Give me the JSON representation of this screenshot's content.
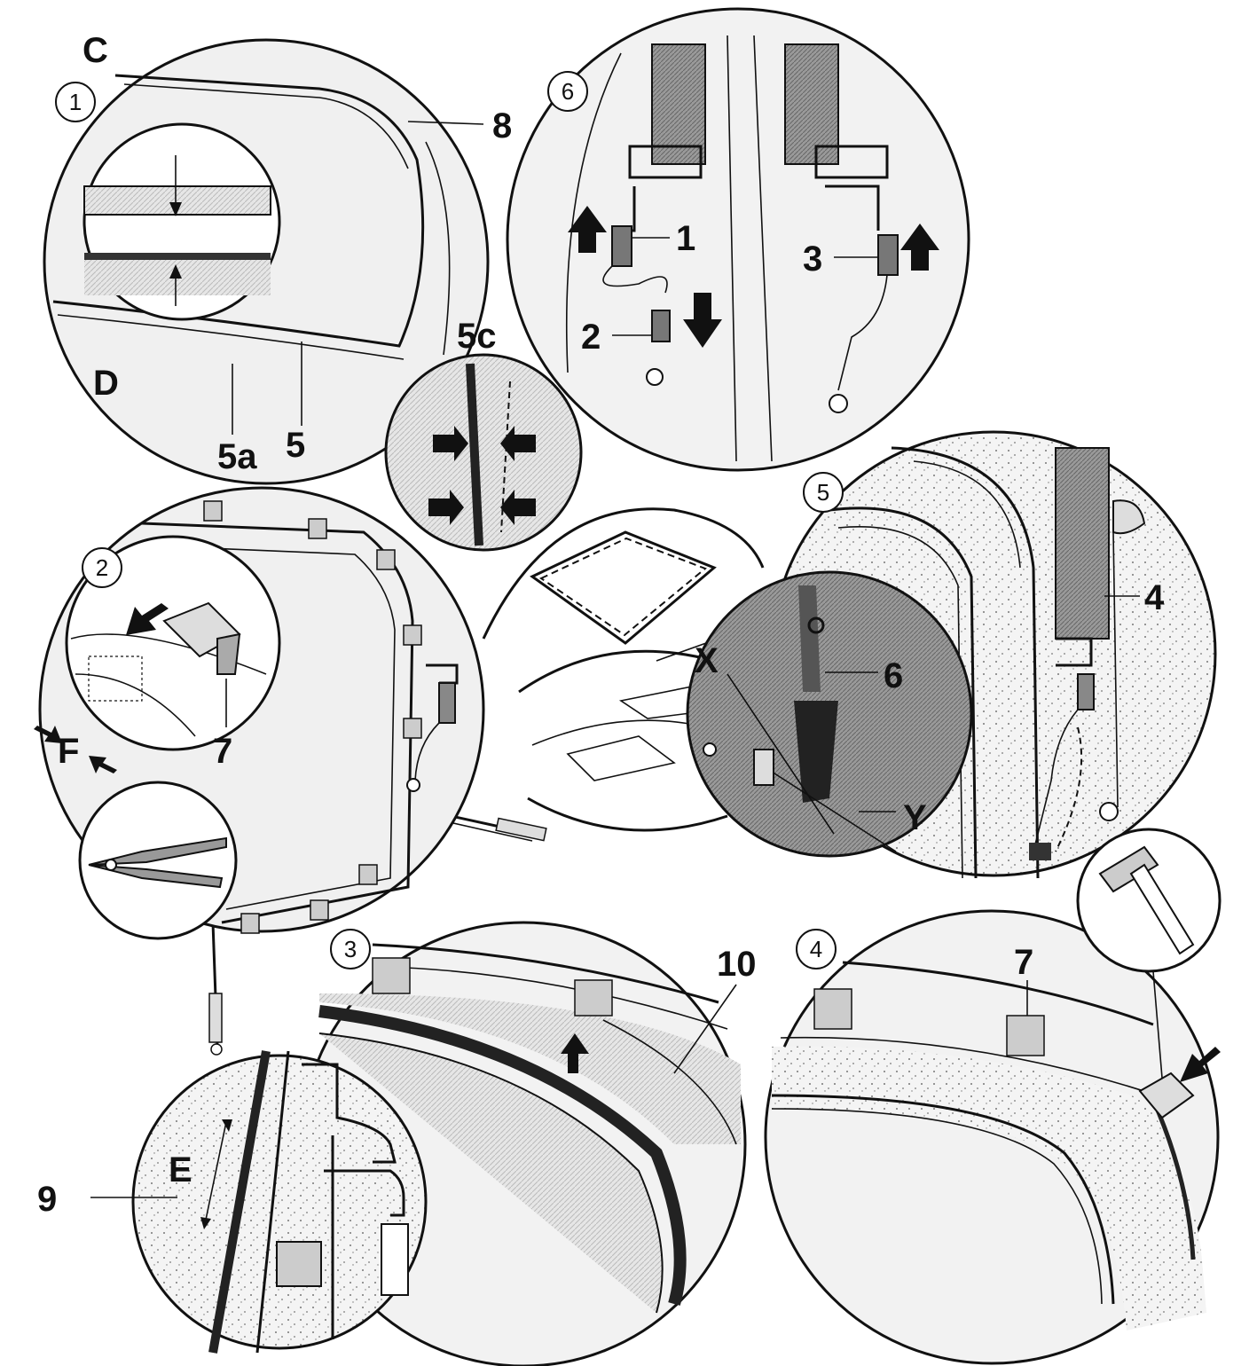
{
  "callouts": {
    "c1": "1",
    "c2": "2",
    "c3": "3",
    "c4": "4",
    "c5": "5",
    "c6": "6"
  },
  "labels": {
    "C": "C",
    "D": "D",
    "E": "E",
    "F": "F",
    "X": "X",
    "Y": "Y",
    "n1": "1",
    "n2": "2",
    "n3": "3",
    "n4": "4",
    "n5": "5",
    "n5a": "5a",
    "n5c": "5c",
    "n6": "6",
    "n7a": "7",
    "n7b": "7",
    "n8": "8",
    "n9": "9",
    "n10": "10"
  }
}
